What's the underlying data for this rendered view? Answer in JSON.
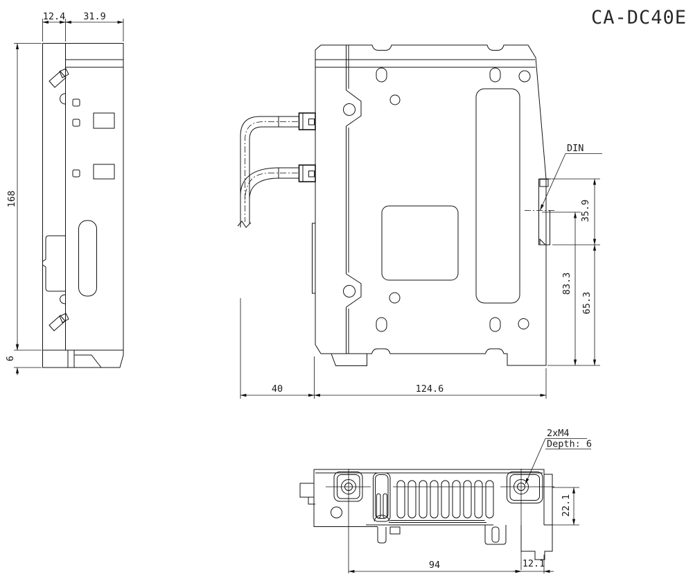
{
  "colors": {
    "line": "#111111",
    "background": "#ffffff"
  },
  "title": "CA-DC40E",
  "views": {
    "side": {
      "dims": {
        "top_left": "12.4",
        "top_right": "31.9",
        "height": "168",
        "foot": "6"
      }
    },
    "front": {
      "labels": {
        "din": "DIN"
      },
      "dims": {
        "rail_width": "35.9",
        "center_to_bottom": "83.3",
        "rail_to_bottom": "65.3",
        "cable_clearance": "40",
        "body_width": "124.6"
      }
    },
    "bottom": {
      "notes": {
        "screw_line1": "2xM4",
        "screw_line2": "Depth: 6"
      },
      "dims": {
        "depth_to_edge": "22.1",
        "screw_spacing": "94",
        "screw_to_edge": "12.1"
      }
    }
  }
}
